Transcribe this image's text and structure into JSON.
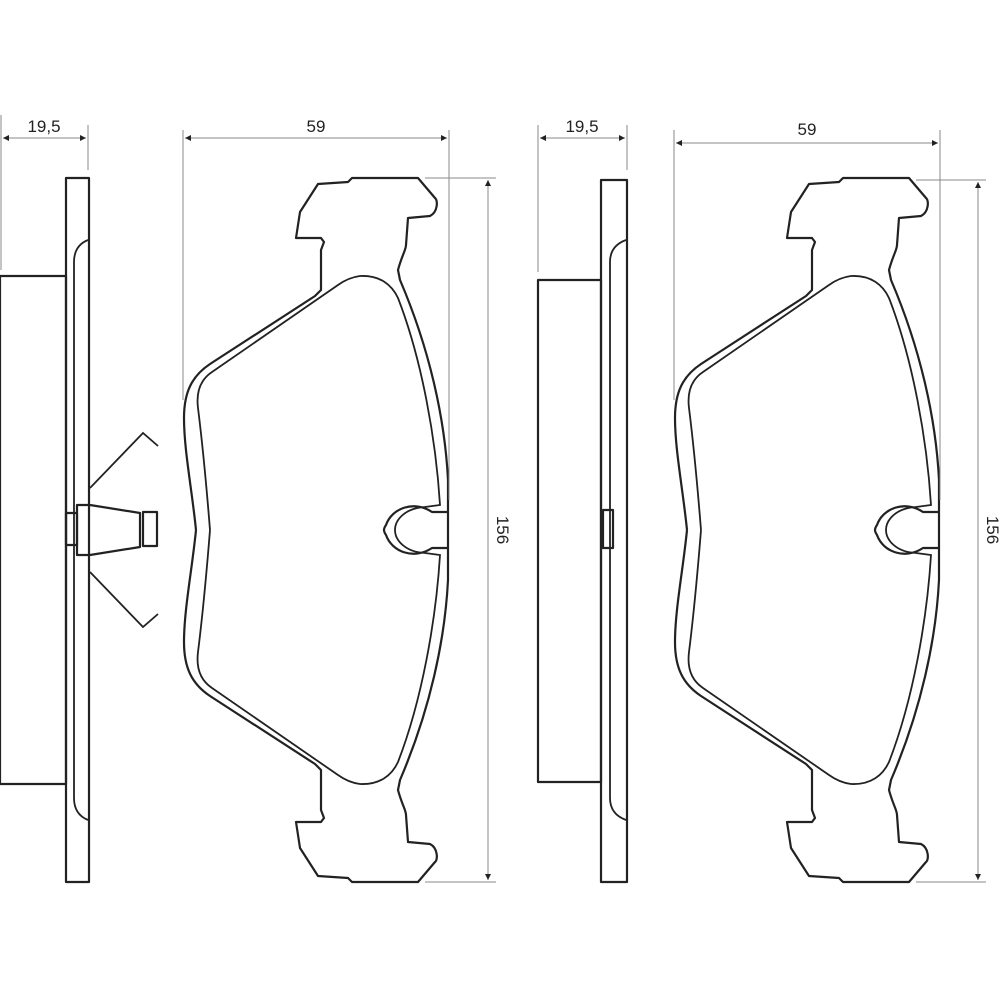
{
  "drawing": {
    "title": "Brake pad set technical drawing",
    "views": [
      {
        "id": "pad-with-sensor",
        "thickness_label": "19,5",
        "width_label": "59",
        "height_label": "156",
        "has_wear_sensor": true
      },
      {
        "id": "pad-without-sensor",
        "thickness_label": "19,5",
        "width_label": "59",
        "height_label": "156",
        "has_wear_sensor": false
      }
    ]
  }
}
